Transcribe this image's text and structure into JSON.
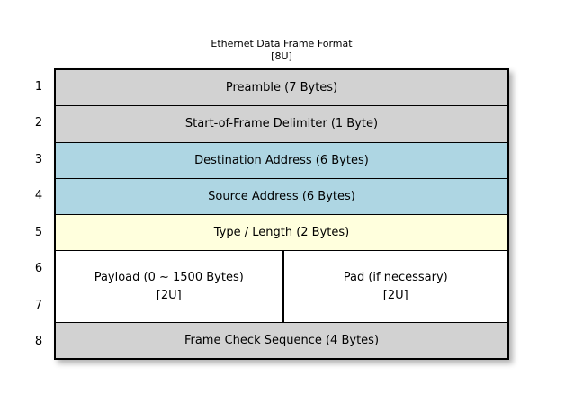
{
  "title": {
    "main": "Ethernet Data Frame Format",
    "sub": "[8U]"
  },
  "colors": {
    "gray": "#d2d2d2",
    "blue": "#aed6e3",
    "cream": "#ffffdd",
    "white": "#ffffff",
    "border": "#000000",
    "page_background": "#ffffff"
  },
  "row_numbers": [
    "1",
    "2",
    "3",
    "4",
    "5",
    "6",
    "7",
    "8"
  ],
  "rows": [
    {
      "number": "1",
      "label": "Preamble (7 Bytes)",
      "fill": "#d2d2d2"
    },
    {
      "number": "2",
      "label": "Start-of-Frame Delimiter (1 Byte)",
      "fill": "#d2d2d2"
    },
    {
      "number": "3",
      "label": "Destination Address (6 Bytes)",
      "fill": "#aed6e3"
    },
    {
      "number": "4",
      "label": "Source Address (6 Bytes)",
      "fill": "#aed6e3"
    },
    {
      "number": "5",
      "label": "Type / Length (2 Bytes)",
      "fill": "#ffffdd"
    },
    {
      "number": "6-7",
      "fill": "#ffffff",
      "split": true,
      "cells": [
        {
          "line1": "Payload (0 ~ 1500 Bytes)",
          "line2": "[2U]"
        },
        {
          "line1": "Pad (if necessary)",
          "line2": "[2U]"
        }
      ]
    },
    {
      "number": "8",
      "label": "Frame Check Sequence (4 Bytes)",
      "fill": "#d2d2d2"
    }
  ]
}
